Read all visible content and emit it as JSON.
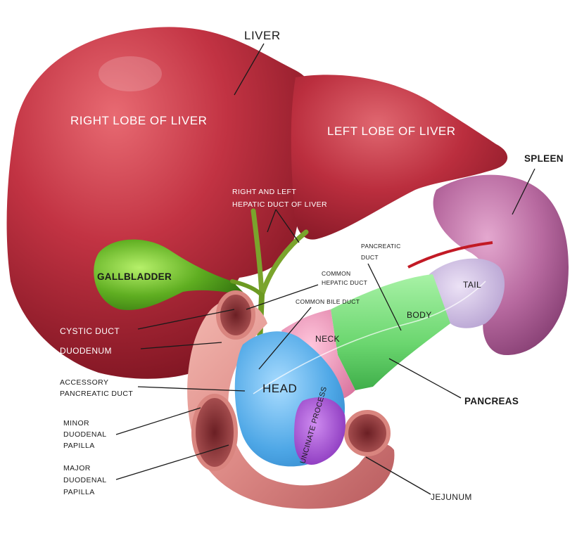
{
  "labels": {
    "liver": "LIVER",
    "right_lobe": "RIGHT LOBE OF LIVER",
    "left_lobe": "LEFT LOBE OF LIVER",
    "spleen": "SPLEEN",
    "hepatic_duct_line1": "RIGHT AND LEFT",
    "hepatic_duct_line2": "HEPATIC DUCT OF LIVER",
    "gallbladder": "GALLBLADDER",
    "pancreatic_duct_line1": "PANCREATIC",
    "pancreatic_duct_line2": "DUCT",
    "tail": "TAIL",
    "common_hepatic_line1": "COMMON",
    "common_hepatic_line2": "HEPATIC DUCT",
    "common_bile_duct": "COMMON BILE DUCT",
    "body": "BODY",
    "cystic_duct": "CYSTIC DUCT",
    "neck": "NECK",
    "duodenum": "DUODENUM",
    "accessory_line1": "ACCESSORY",
    "accessory_line2": "PANCREATIC DUCT",
    "head": "HEAD",
    "pancreas": "PANCREAS",
    "minor_line1": "MINOR",
    "minor_line2": "DUODENAL",
    "minor_line3": "PAPILLA",
    "uncinate": "UNCINATE PROCESS",
    "major_line1": "MAJOR",
    "major_line2": "DUODENAL",
    "major_line3": "PAPILLA",
    "jejunum": "JEJUNUM"
  },
  "colors": {
    "liver": "#b3283a",
    "gallbladder": "#5aa51e",
    "spleen": "#b86aa0",
    "duodenum": "#e0938e",
    "head": "#55aee8",
    "neck": "#e58cb0",
    "body": "#74d97a",
    "tail": "#c9b6e0",
    "uncinate": "#9b3fcf"
  }
}
